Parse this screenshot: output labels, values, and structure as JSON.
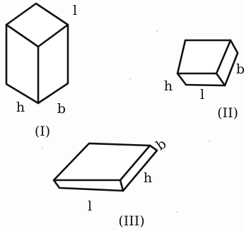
{
  "figures": [
    {
      "caption": "(I)",
      "labels": {
        "length": "l",
        "height": "h",
        "breadth": "b"
      }
    },
    {
      "caption": "(II)",
      "labels": {
        "length": "l",
        "height": "h",
        "breadth": "b"
      }
    },
    {
      "caption": "(III)",
      "labels": {
        "length": "l",
        "height": "h",
        "breadth": "b"
      }
    }
  ],
  "colors": {
    "stroke": "#111111",
    "face": "#ffffff",
    "background": "#fdfdfb"
  }
}
